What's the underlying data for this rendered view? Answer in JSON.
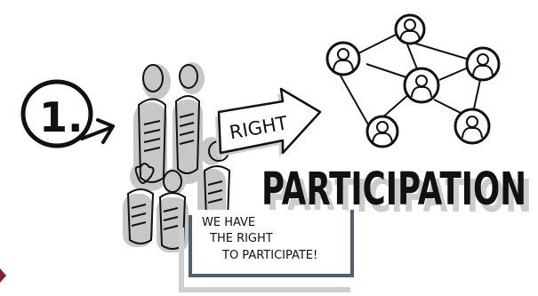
{
  "step": {
    "number": "1."
  },
  "arrow": {
    "label": "RIGHT"
  },
  "title": {
    "text": "PARTICIPATION"
  },
  "note": {
    "line1": "WE HAVE",
    "line2": "THE RIGHT",
    "line3": "TO PARTICIPATE!"
  },
  "colors": {
    "ink": "#111111",
    "shadow": "#bdbdbd",
    "note_border": "#4f6170",
    "accent_dot": "#8b1e2c"
  },
  "icons": [
    "numbered-circle-icon",
    "people-group-icon",
    "right-arrow-icon",
    "network-graph-icon",
    "person-node-icon"
  ]
}
